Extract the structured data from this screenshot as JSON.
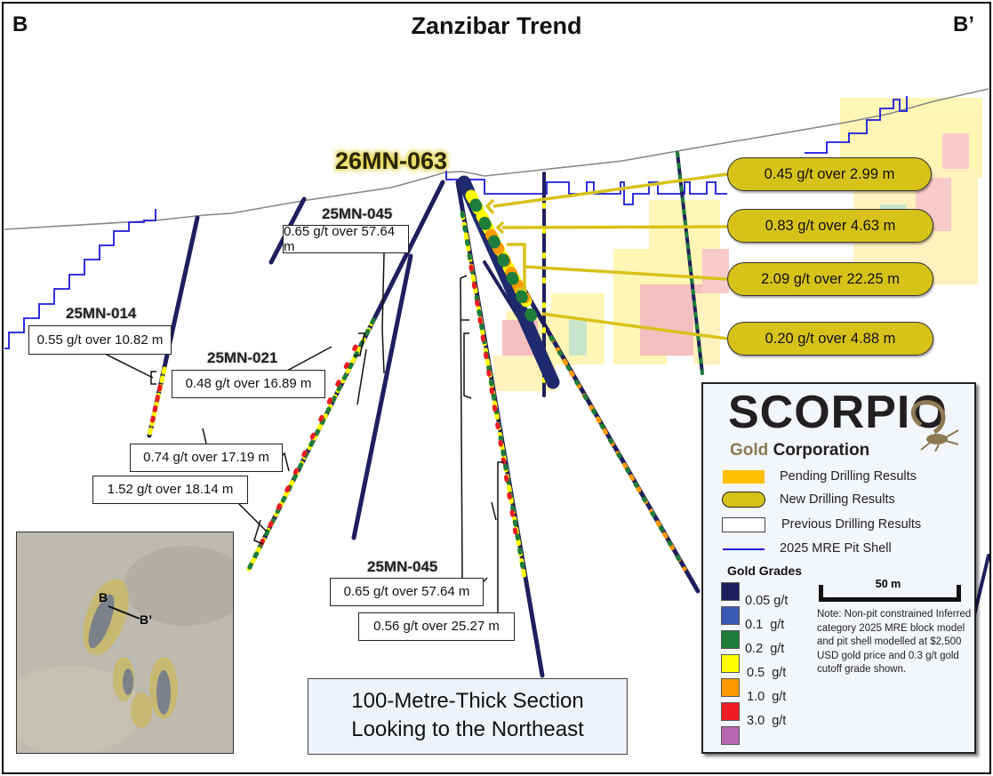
{
  "header": {
    "title": "Zanzibar Trend",
    "left_marker": "B",
    "right_marker": "B’"
  },
  "new_hole": {
    "name": "26MN-063"
  },
  "new_results": [
    "0.45 g/t over 2.99 m",
    "0.83 g/t over 4.63 m",
    "2.09 g/t over 22.25 m",
    "0.20 g/t over 4.88 m"
  ],
  "previous_results": {
    "hole_045_top": {
      "name": "25MN-045",
      "result": "0.65 g/t over 57.64 m"
    },
    "hole_014": {
      "name": "25MN-014",
      "result": "0.55 g/t over 10.82 m"
    },
    "hole_021": {
      "name": "25MN-021",
      "result": "0.48 g/t over 16.89 m"
    },
    "hole_021_extra": [
      "0.74 g/t over 17.19 m",
      "1.52 g/t over 18.14 m"
    ],
    "hole_045_bottom": {
      "name": "25MN-045",
      "result": "0.65 g/t over 57.64 m",
      "extra": "0.56 g/t over 25.27 m"
    }
  },
  "section_label": {
    "line1": "100-Metre-Thick Section",
    "line2": "Looking to the Northeast"
  },
  "inset_map": {
    "marker_b": "B",
    "marker_b_prime": "B’"
  },
  "legend": {
    "logo_main": "SCORPIO",
    "logo_gold": "Gold",
    "logo_corp": "Corporation",
    "items": [
      {
        "label": "Pending Drilling Results",
        "color": "#ffc000"
      },
      {
        "label": "New Drilling Results",
        "color": "#d7c21a"
      },
      {
        "label": "Previous Drilling Results",
        "color": "#ffffff"
      },
      {
        "label": "2025 MRE Pit Shell",
        "color": "#1a1adb"
      }
    ],
    "grades_title": "Gold Grades",
    "grades": [
      {
        "label": "0.05 g/t",
        "color": "#1f1f5e"
      },
      {
        "label": "0.1  g/t",
        "color": "#3a5bb5"
      },
      {
        "label": "0.2  g/t",
        "color": "#1e7d3a"
      },
      {
        "label": "0.5  g/t",
        "color": "#ffff00"
      },
      {
        "label": "1.0  g/t",
        "color": "#ff9900"
      },
      {
        "label": "3.0  g/t",
        "color": "#ee1c24"
      },
      {
        "label": "",
        "color": "#b767b0"
      }
    ],
    "scale_label": "50 m",
    "note": "Note: Non-pit constrained Inferred category 2025 MRE block model and pit shell modelled at $2,500 USD gold price and 0.3 g/t gold cutoff grade shown."
  }
}
